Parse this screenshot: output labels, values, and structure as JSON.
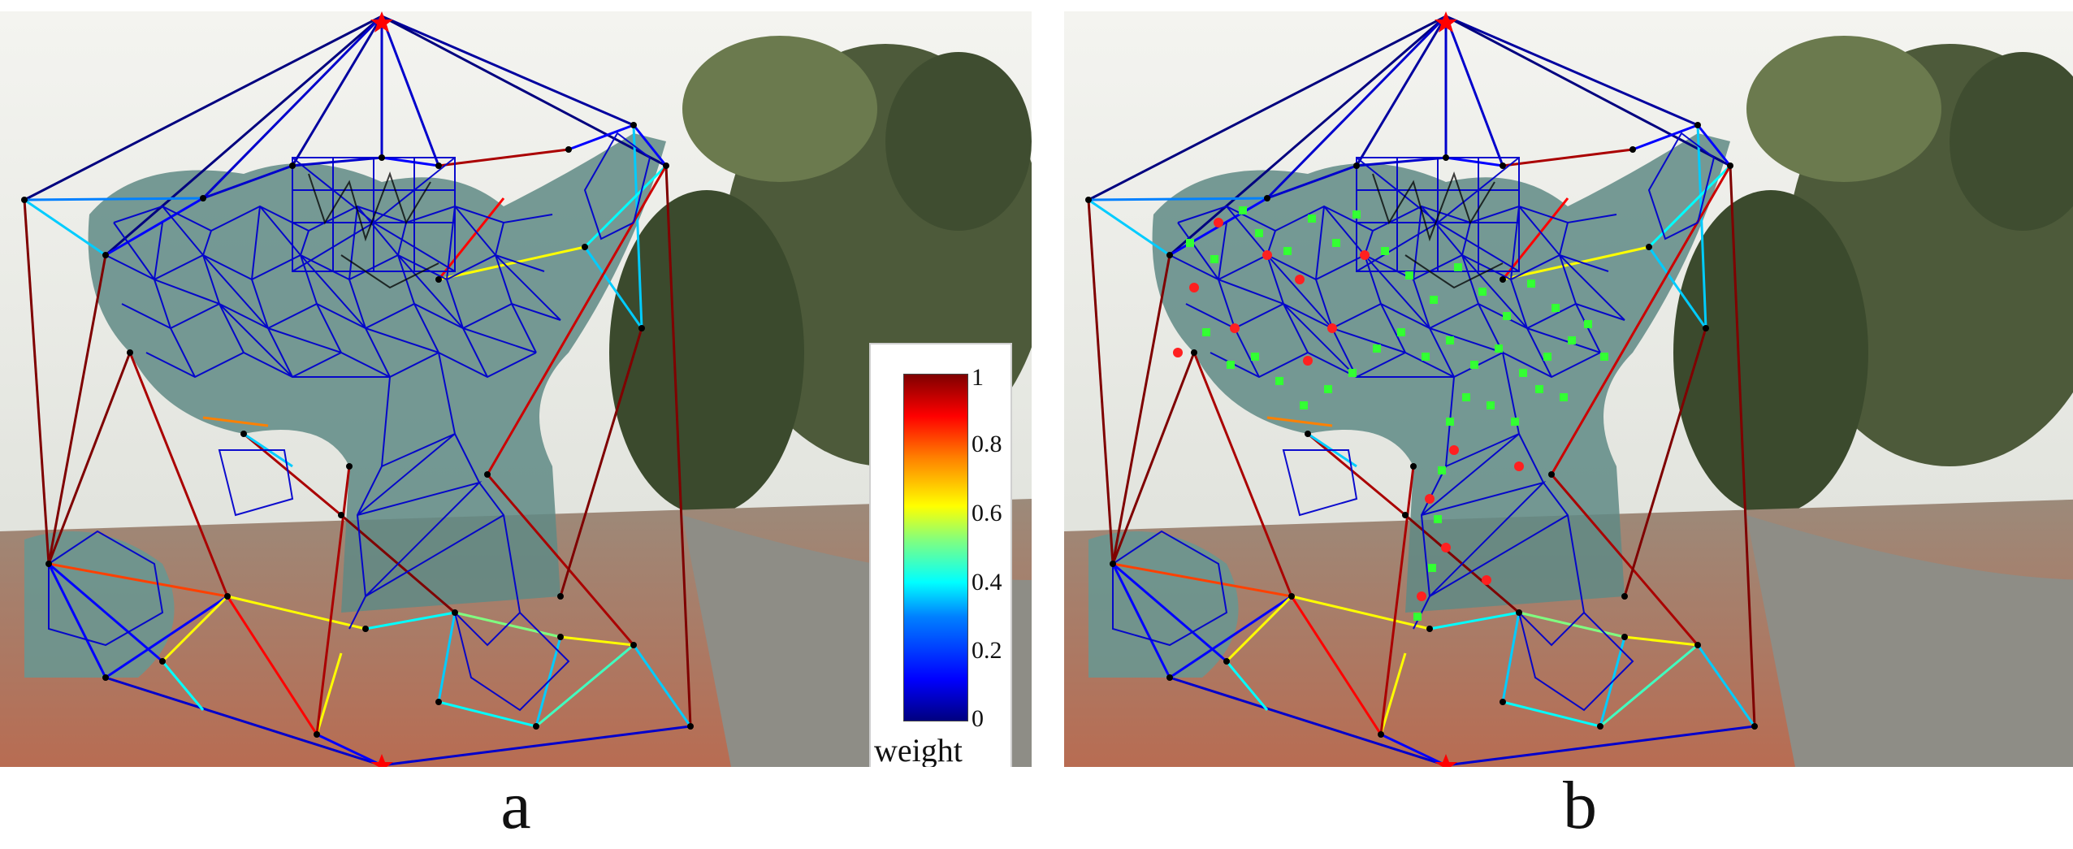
{
  "figure": {
    "panels": [
      {
        "label": "a",
        "feature_points_shown": false
      },
      {
        "label": "b",
        "feature_points_shown": true
      }
    ],
    "colorbar": {
      "title": "weight",
      "ticks": [
        "1",
        "0.8",
        "0.6",
        "0.4",
        "0.2",
        "0"
      ],
      "colormap": "jet",
      "range": [
        0,
        1
      ]
    },
    "colors": {
      "low_weight": "#00007f",
      "high_weight": "#7f0000",
      "anchor_star": "#ff0000",
      "feature_point": "#33ff33",
      "vertex": "#000000"
    }
  }
}
